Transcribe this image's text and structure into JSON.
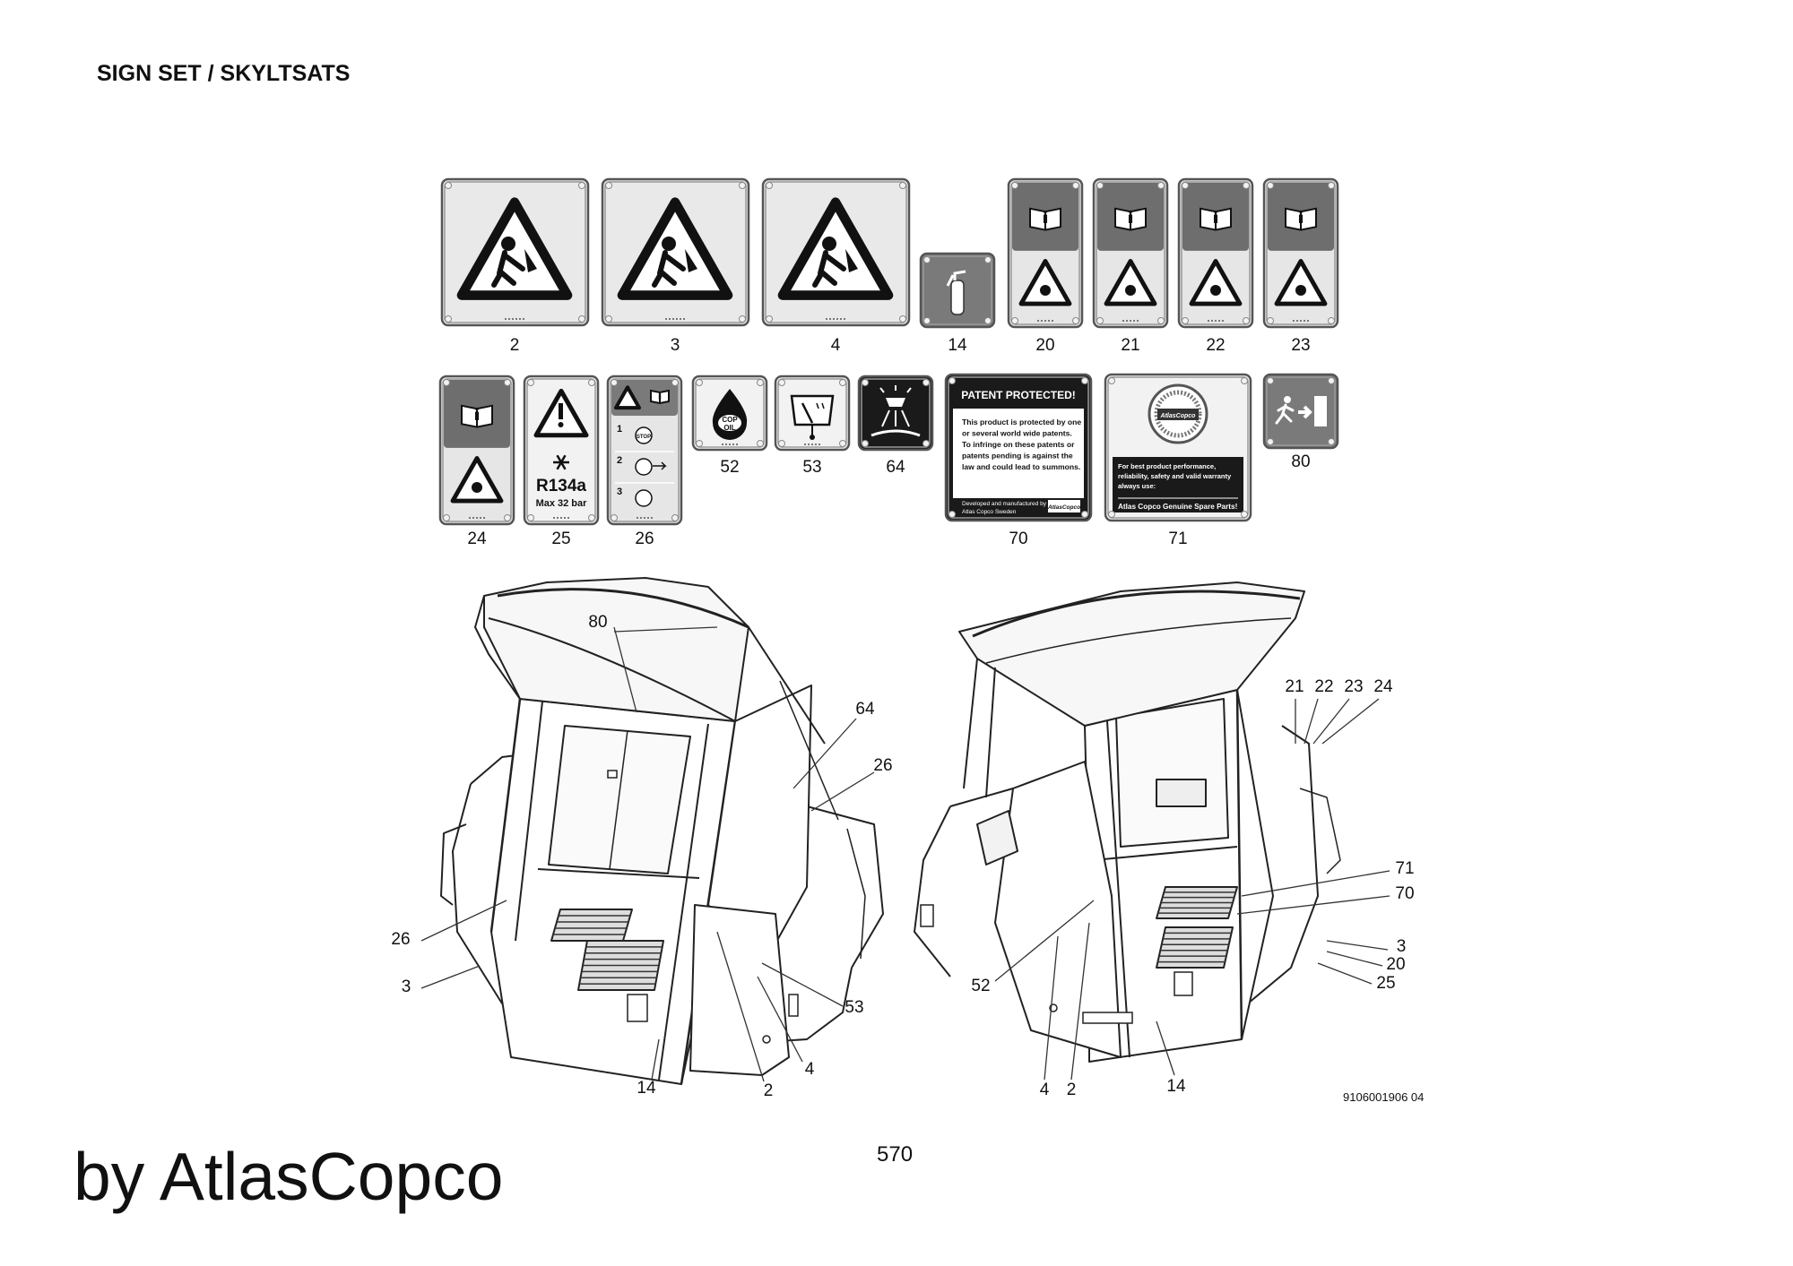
{
  "header": {
    "title": "SIGN SET / SKYLTSATS"
  },
  "signs": [
    {
      "callout": "2",
      "type": "warning",
      "symbol": "person-caught-icon"
    },
    {
      "callout": "3",
      "type": "warning",
      "symbol": "crush-icon"
    },
    {
      "callout": "4",
      "type": "warning",
      "symbol": "falling-object-icon"
    },
    {
      "callout": "14",
      "type": "extinguisher",
      "symbol": "fire-extinguisher-icon"
    },
    {
      "callout": "20",
      "type": "manual-warning",
      "symbol": "manual-book-icon"
    },
    {
      "callout": "21",
      "type": "manual-warning",
      "symbol": "manual-book-icon"
    },
    {
      "callout": "22",
      "type": "manual-warning",
      "symbol": "manual-book-icon"
    },
    {
      "callout": "23",
      "type": "manual-warning",
      "symbol": "manual-book-icon"
    },
    {
      "callout": "24",
      "type": "manual-warning",
      "symbol": "manual-book-icon"
    },
    {
      "callout": "25",
      "type": "refrigerant",
      "symbol": "snowflake-icon",
      "line1": "R134a",
      "line2": "Max 32 bar"
    },
    {
      "callout": "26",
      "type": "procedure",
      "symbol": "procedure-steps-icon",
      "steps": [
        "1",
        "2",
        "3"
      ],
      "stop_label": "STOP"
    },
    {
      "callout": "52",
      "type": "oil",
      "symbol": "oil-drop-icon",
      "text": "COP OIL"
    },
    {
      "callout": "53",
      "type": "washer",
      "symbol": "windscreen-washer-icon"
    },
    {
      "callout": "64",
      "type": "work-light",
      "symbol": "work-light-icon"
    },
    {
      "callout": "70",
      "type": "patent",
      "heading": "PATENT PROTECTED!",
      "body": [
        "This product is protected by one",
        "or several world wide patents.",
        "To infringe on these patents or",
        "patents pending is against the",
        "law and could lead to summons."
      ],
      "footer": [
        "Developed and manufactured by",
        "Atlas Copco Sweden"
      ],
      "logo_text": "AtlasCopco"
    },
    {
      "callout": "71",
      "type": "genuine-parts",
      "seal_text": "AtlasCopco",
      "body": [
        "For best product performance,",
        "reliability, safety and valid warranty",
        "always use:"
      ],
      "highlight": "Atlas Copco Genuine Spare Parts!"
    },
    {
      "callout": "80",
      "type": "emergency-exit",
      "symbol": "emergency-exit-icon"
    }
  ],
  "diagram": {
    "left_view_callouts": [
      "80",
      "64",
      "26",
      "26",
      "3",
      "53",
      "14",
      "2",
      "4"
    ],
    "right_view_callouts": [
      "21",
      "22",
      "23",
      "24",
      "71",
      "70",
      "3",
      "20",
      "25",
      "52",
      "4",
      "2",
      "14"
    ]
  },
  "footer": {
    "doc_code": "9106001906 04",
    "page_number": "570",
    "brand": "by AtlasCopco"
  }
}
